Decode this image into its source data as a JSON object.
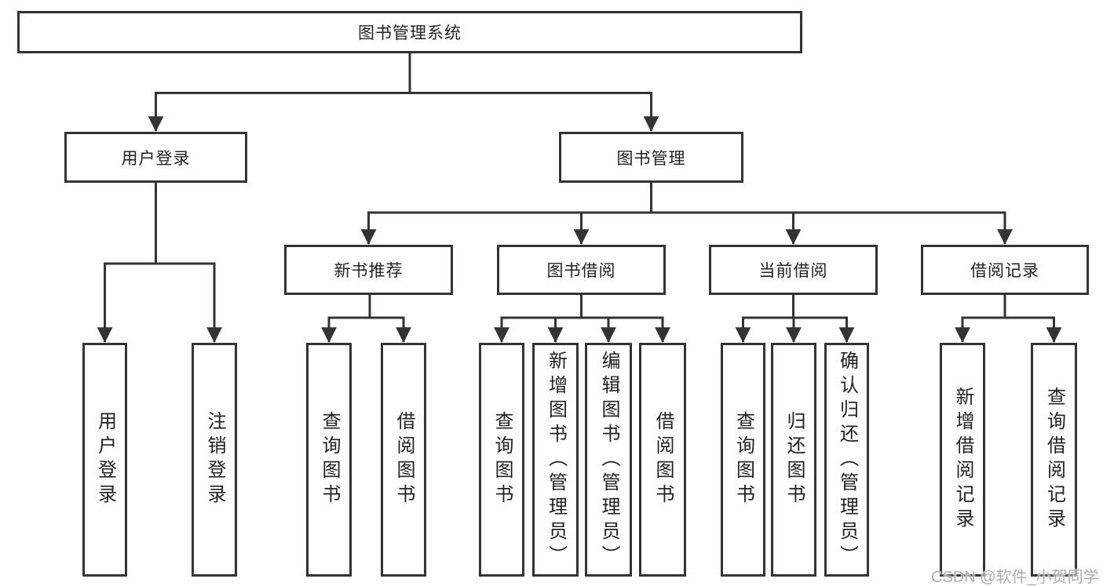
{
  "diagram_type": "hierarchy-tree",
  "tree": {
    "label": "图书管理系统",
    "children": [
      {
        "label": "用户登录",
        "children": [
          {
            "label": "用户登录"
          },
          {
            "label": "注销登录"
          }
        ]
      },
      {
        "label": "图书管理",
        "children": [
          {
            "label": "新书推荐",
            "children": [
              {
                "label": "查询图书"
              },
              {
                "label": "借阅图书"
              }
            ]
          },
          {
            "label": "图书借阅",
            "children": [
              {
                "label": "查询图书"
              },
              {
                "label": "新增图书（管理员）"
              },
              {
                "label": "编辑图书（管理员）"
              },
              {
                "label": "借阅图书"
              }
            ]
          },
          {
            "label": "当前借阅",
            "children": [
              {
                "label": "查询图书"
              },
              {
                "label": "归还图书"
              },
              {
                "label": "确认归还（管理员）"
              }
            ]
          },
          {
            "label": "借阅记录",
            "children": [
              {
                "label": "新增借阅记录"
              },
              {
                "label": "查询借阅记录"
              }
            ]
          }
        ]
      }
    ]
  },
  "watermark": {
    "text": "CSDN @软件_小贺同学",
    "color": "#adadad"
  },
  "colors": {
    "line": "#333333",
    "box_border": "#333333",
    "box_fill": "#ffffff",
    "text": "#222222",
    "background": "#ffffff"
  }
}
